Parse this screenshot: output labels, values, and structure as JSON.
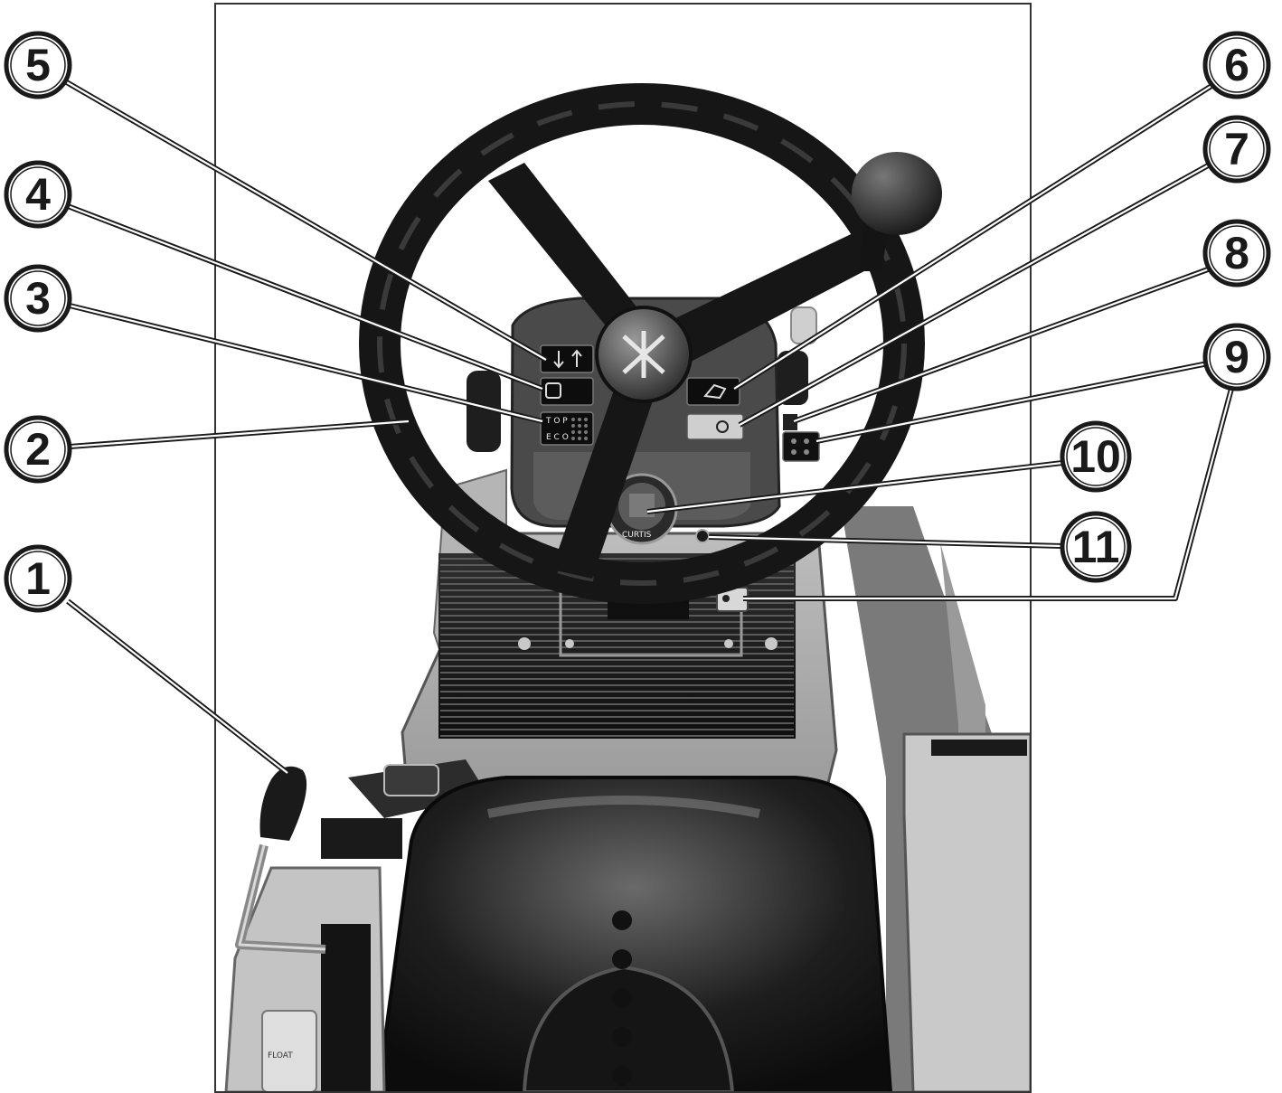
{
  "figure": {
    "panel_color": "#d6d6d6",
    "ink_color": "#1a1a1a"
  },
  "callouts": [
    {
      "label": "1"
    },
    {
      "label": "2"
    },
    {
      "label": "3"
    },
    {
      "label": "4"
    },
    {
      "label": "5"
    },
    {
      "label": "6"
    },
    {
      "label": "7"
    },
    {
      "label": "8"
    },
    {
      "label": "9"
    },
    {
      "label": "10"
    },
    {
      "label": "11"
    }
  ],
  "printed_marks": {
    "switch_top": "T O P",
    "switch_eco": "E C O",
    "gauge_brand": "CURTIS",
    "lever_plate": "FLOAT"
  }
}
